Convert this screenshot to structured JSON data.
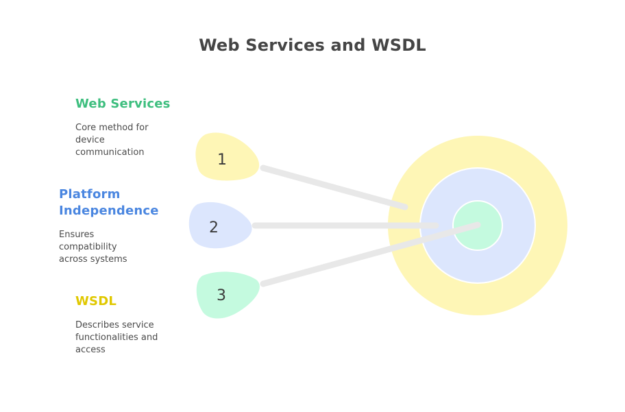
{
  "title": "Web Services and WSDL",
  "colors": {
    "yellow": "#FEF6B6",
    "blue": "#DCE6FD",
    "green": "#C4FADF",
    "connector": "#E8E8E8",
    "title_green": "#3DBE7E",
    "title_blue": "#4A86E0",
    "title_gold": "#E0C800",
    "text": "#4a4a4a"
  },
  "items": [
    {
      "number": "1",
      "title": "Web Services",
      "description": "Core method for\ndevice\ncommunication",
      "badge_color": "yellow",
      "title_color": "green",
      "target_ring": "outer"
    },
    {
      "number": "2",
      "title": "Platform\nIndependence",
      "description": "Ensures\ncompatibility\nacross systems",
      "badge_color": "blue",
      "title_color": "blue",
      "target_ring": "middle"
    },
    {
      "number": "3",
      "title": "WSDL",
      "description": "Describes service\nfunctionalities and\naccess",
      "badge_color": "green",
      "title_color": "gold",
      "target_ring": "inner"
    }
  ],
  "target": {
    "rings": [
      {
        "name": "outer",
        "color": "yellow"
      },
      {
        "name": "middle",
        "color": "blue"
      },
      {
        "name": "inner",
        "color": "green"
      }
    ]
  }
}
